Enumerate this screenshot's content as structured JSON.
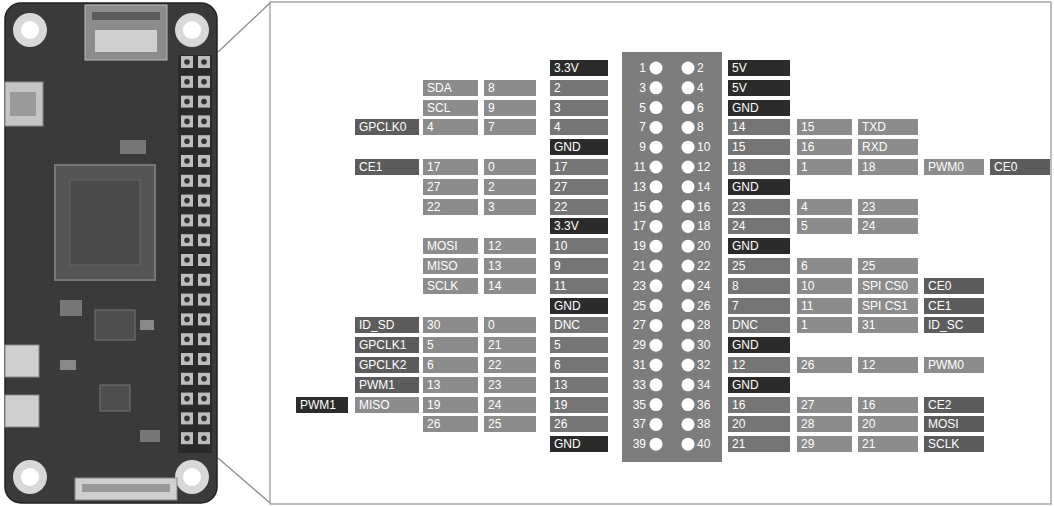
{
  "diagram": {
    "nodes": [
      {
        "text": [
          "3.3V"
        ]
      },
      {
        "text": [
          "5V"
        ]
      },
      {
        "text": [
          "SDA"
        ]
      },
      {
        "text": [
          "8"
        ]
      },
      {
        "text": [
          "2"
        ]
      },
      {
        "text": [
          "5V"
        ]
      },
      {
        "text": [
          "SCL"
        ]
      },
      {
        "text": [
          "9"
        ]
      },
      {
        "text": [
          "3"
        ]
      },
      {
        "text": [
          "GND"
        ]
      },
      {
        "text": [
          "GPCLK0"
        ]
      },
      {
        "text": [
          "4"
        ]
      },
      {
        "text": [
          "7"
        ]
      },
      {
        "text": [
          "4"
        ]
      },
      {
        "text": [
          "14"
        ]
      },
      {
        "text": [
          "15"
        ]
      },
      {
        "text": [
          "TXD"
        ]
      },
      {
        "text": [
          "GND"
        ]
      },
      {
        "text": [
          "15"
        ]
      },
      {
        "text": [
          "16"
        ]
      },
      {
        "text": [
          "RXD"
        ]
      },
      {
        "text": [
          "CE1"
        ]
      },
      {
        "text": [
          "17"
        ]
      },
      {
        "text": [
          "0"
        ]
      },
      {
        "text": [
          "17"
        ]
      },
      {
        "text": [
          "18"
        ]
      },
      {
        "text": [
          "1"
        ]
      },
      {
        "text": [
          "18"
        ]
      },
      {
        "text": [
          "PWM0"
        ]
      },
      {
        "text": [
          "CE0"
        ]
      },
      {
        "text": [
          "27"
        ]
      },
      {
        "text": [
          "2"
        ]
      },
      {
        "text": [
          "27"
        ]
      },
      {
        "text": [
          "GND"
        ]
      },
      {
        "text": [
          "22"
        ]
      },
      {
        "text": [
          "3"
        ]
      },
      {
        "text": [
          "22"
        ]
      },
      {
        "text": [
          "23"
        ]
      },
      {
        "text": [
          "4"
        ]
      },
      {
        "text": [
          "23"
        ]
      },
      {
        "text": [
          "3.3V"
        ]
      },
      {
        "text": [
          "24"
        ]
      },
      {
        "text": [
          "5"
        ]
      },
      {
        "text": [
          "24"
        ]
      },
      {
        "text": [
          "MOSI"
        ]
      },
      {
        "text": [
          "12"
        ]
      },
      {
        "text": [
          "10"
        ]
      },
      {
        "text": [
          "GND"
        ]
      },
      {
        "text": [
          "MISO"
        ]
      },
      {
        "text": [
          "13"
        ]
      },
      {
        "text": [
          "9"
        ]
      },
      {
        "text": [
          "25"
        ]
      },
      {
        "text": [
          "6"
        ]
      },
      {
        "text": [
          "25"
        ]
      },
      {
        "text": [
          "SCLK"
        ]
      },
      {
        "text": [
          "14"
        ]
      },
      {
        "text": [
          "11"
        ]
      },
      {
        "text": [
          "8"
        ]
      },
      {
        "text": [
          "10"
        ]
      },
      {
        "text": [
          "SPI CS0"
        ]
      },
      {
        "text": [
          "CE0"
        ]
      },
      {
        "text": [
          "GND"
        ]
      },
      {
        "text": [
          "7"
        ]
      },
      {
        "text": [
          "11"
        ]
      },
      {
        "text": [
          "SPI CS1"
        ]
      },
      {
        "text": [
          "CE1"
        ]
      },
      {
        "text": [
          "ID_SD"
        ]
      },
      {
        "text": [
          "30"
        ]
      },
      {
        "text": [
          "0"
        ]
      },
      {
        "text": [
          "DNC"
        ]
      },
      {
        "text": [
          "DNC"
        ]
      },
      {
        "text": [
          "1"
        ]
      },
      {
        "text": [
          "31"
        ]
      },
      {
        "text": [
          "ID_SC"
        ]
      },
      {
        "text": [
          "GPCLK1"
        ]
      },
      {
        "text": [
          "5"
        ]
      },
      {
        "text": [
          "21"
        ]
      },
      {
        "text": [
          "5"
        ]
      },
      {
        "text": [
          "GND"
        ]
      },
      {
        "text": [
          "GPCLK2"
        ]
      },
      {
        "text": [
          "6"
        ]
      },
      {
        "text": [
          "22"
        ]
      },
      {
        "text": [
          "6"
        ]
      },
      {
        "text": [
          "12"
        ]
      },
      {
        "text": [
          "26"
        ]
      },
      {
        "text": [
          "12"
        ]
      },
      {
        "text": [
          "PWM0"
        ]
      },
      {
        "text": [
          "PWM1"
        ]
      },
      {
        "text": [
          "13"
        ]
      },
      {
        "text": [
          "23"
        ]
      },
      {
        "text": [
          "13"
        ]
      },
      {
        "text": [
          "GND"
        ]
      },
      {
        "text": [
          "PWM1"
        ]
      },
      {
        "text": [
          "MISO"
        ]
      },
      {
        "text": [
          "19"
        ]
      },
      {
        "text": [
          "24"
        ]
      },
      {
        "text": [
          "19"
        ]
      },
      {
        "text": [
          "16"
        ]
      },
      {
        "text": [
          "27"
        ]
      },
      {
        "text": [
          "16"
        ]
      },
      {
        "text": [
          "CE2"
        ]
      },
      {
        "text": [
          "26"
        ]
      },
      {
        "text": [
          "25"
        ]
      },
      {
        "text": [
          "26"
        ]
      },
      {
        "text": [
          "20"
        ]
      },
      {
        "text": [
          "28"
        ]
      },
      {
        "text": [
          "20"
        ]
      },
      {
        "text": [
          "MOSI"
        ]
      },
      {
        "text": [
          "GND"
        ]
      },
      {
        "text": [
          "21"
        ]
      },
      {
        "text": [
          "29"
        ]
      },
      {
        "text": [
          "21"
        ]
      },
      {
        "text": [
          "SCLK"
        ]
      }
    ],
    "labels": [
      "1",
      "2",
      "3",
      "4",
      "5",
      "6",
      "7",
      "8",
      "9",
      "10",
      "11",
      "12",
      "13",
      "14",
      "15",
      "16",
      "17",
      "18",
      "19",
      "20",
      "21",
      "22",
      "23",
      "24",
      "25",
      "26",
      "27",
      "28",
      "29",
      "30",
      "31",
      "32",
      "33",
      "34",
      "35",
      "36",
      "37",
      "38",
      "39",
      "40"
    ]
  }
}
